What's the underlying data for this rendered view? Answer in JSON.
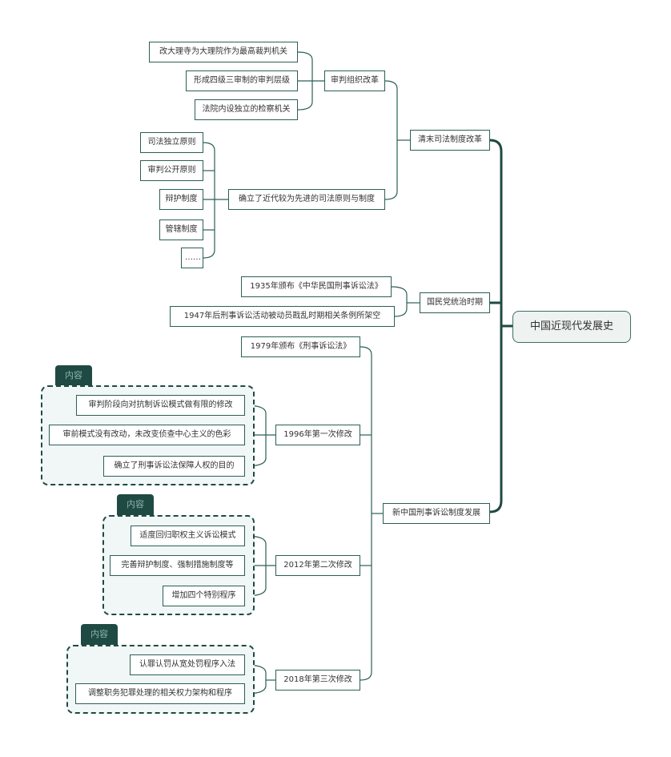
{
  "root": "中国近现代发展史",
  "branches": {
    "qing": "清末司法制度改革",
    "kmt": "国民党统治时期",
    "prc": "新中国刑事诉讼制度发展"
  },
  "qing": {
    "court_org": "审判组织改革",
    "court_org_items": [
      "改大理寺为大理院作为最高裁判机关",
      "形成四级三审制的审判层级",
      "法院内设独立的检察机关"
    ],
    "principles": "确立了近代较为先进的司法原则与制度",
    "principles_items": [
      "司法独立原则",
      "审判公开原则",
      "辩护制度",
      "管辖制度",
      "……"
    ]
  },
  "kmt": {
    "items": [
      "1935年颁布《中华民国刑事诉讼法》",
      "1947年后刑事诉讼活动被动员戡乱时期相关条例所架空"
    ]
  },
  "prc": {
    "law1979": "1979年颁布《刑事诉讼法》",
    "rev1996": "1996年第一次修改",
    "rev1996_items": [
      "审判阶段向对抗制诉讼模式做有限的修改",
      "审前模式没有改动，未改变侦查中心主义的色彩",
      "确立了刑事诉讼法保障人权的目的"
    ],
    "rev2012": "2012年第二次修改",
    "rev2012_items": [
      "适度回归职权主义诉讼模式",
      "完善辩护制度、强制措施制度等",
      "增加四个特别程序"
    ],
    "rev2018": "2018年第三次修改",
    "rev2018_items": [
      "认罪认罚从宽处罚程序入法",
      "调整职务犯罪处理的相关权力架构和程序"
    ],
    "tag": "内容"
  },
  "colors": {
    "line": "#2c5f56",
    "thick_line": "#1f4a43",
    "group_bg": "#f1f7f6",
    "root_bg": "#eef2f1"
  }
}
